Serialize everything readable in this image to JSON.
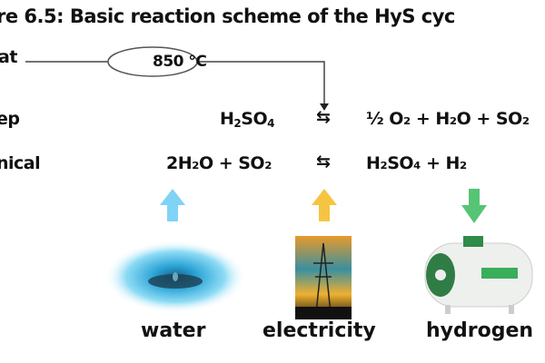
{
  "title": "re 6.5: Basic reaction scheme of the HyS cyc",
  "heat_label": "at",
  "temperature": "850 °C",
  "rows": [
    {
      "label": "ep",
      "left": [
        "H",
        "2",
        "SO",
        "4"
      ],
      "right": "½ O₂ + H₂O + SO₂"
    },
    {
      "label": "nical",
      "left": "2H₂O + SO₂",
      "right": "H₂SO₄ + H₂"
    }
  ],
  "equilibrium_symbol": "⇆",
  "inputs": [
    {
      "label": "water",
      "arrow": "up",
      "color": "#7fd3f7"
    },
    {
      "label": "electricity",
      "arrow": "up",
      "color": "#f5c542"
    },
    {
      "label": "hydrogen",
      "arrow": "down",
      "color": "#56c475"
    }
  ]
}
